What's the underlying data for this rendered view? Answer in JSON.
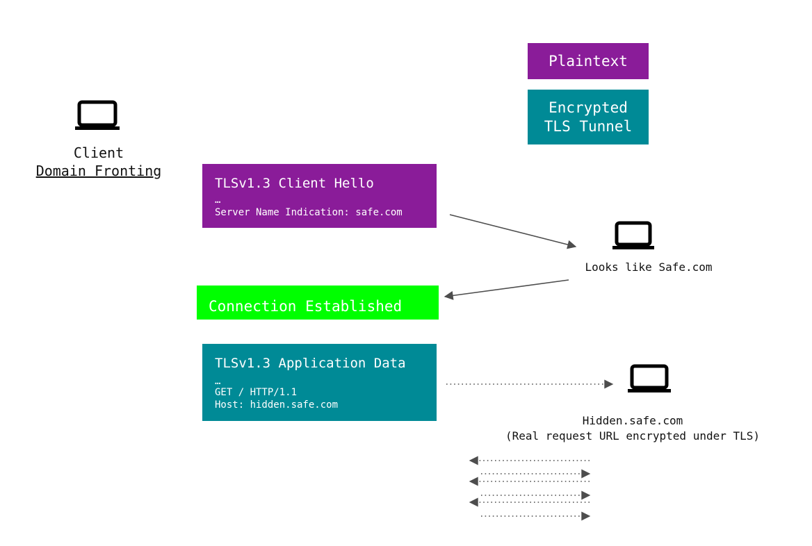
{
  "legend": {
    "plaintext": "Plaintext",
    "encrypted": "Encrypted\nTLS Tunnel"
  },
  "client": {
    "name": "Client",
    "technique": "Domain Fronting"
  },
  "client_hello": {
    "title": "TLSv1.3 Client Hello",
    "ellipsis": "…",
    "detail": "Server Name Indication: safe.com"
  },
  "front_server": {
    "label": "Looks like Safe.com"
  },
  "connection": {
    "label": "Connection Established"
  },
  "app_data": {
    "title": "TLSv1.3 Application Data",
    "ellipsis": "…",
    "line1": "GET / HTTP/1.1",
    "line2": "Host: hidden.safe.com"
  },
  "hidden_server": {
    "name": "Hidden.safe.com",
    "note": "(Real request URL encrypted under TLS)"
  },
  "icons": {
    "client": "laptop-icon",
    "front": "laptop-icon",
    "hidden": "laptop-icon"
  },
  "colors": {
    "plaintext": "#8a1c99",
    "encrypted": "#008a96",
    "established": "#00ff00",
    "arrow": "#4d4d4d"
  }
}
